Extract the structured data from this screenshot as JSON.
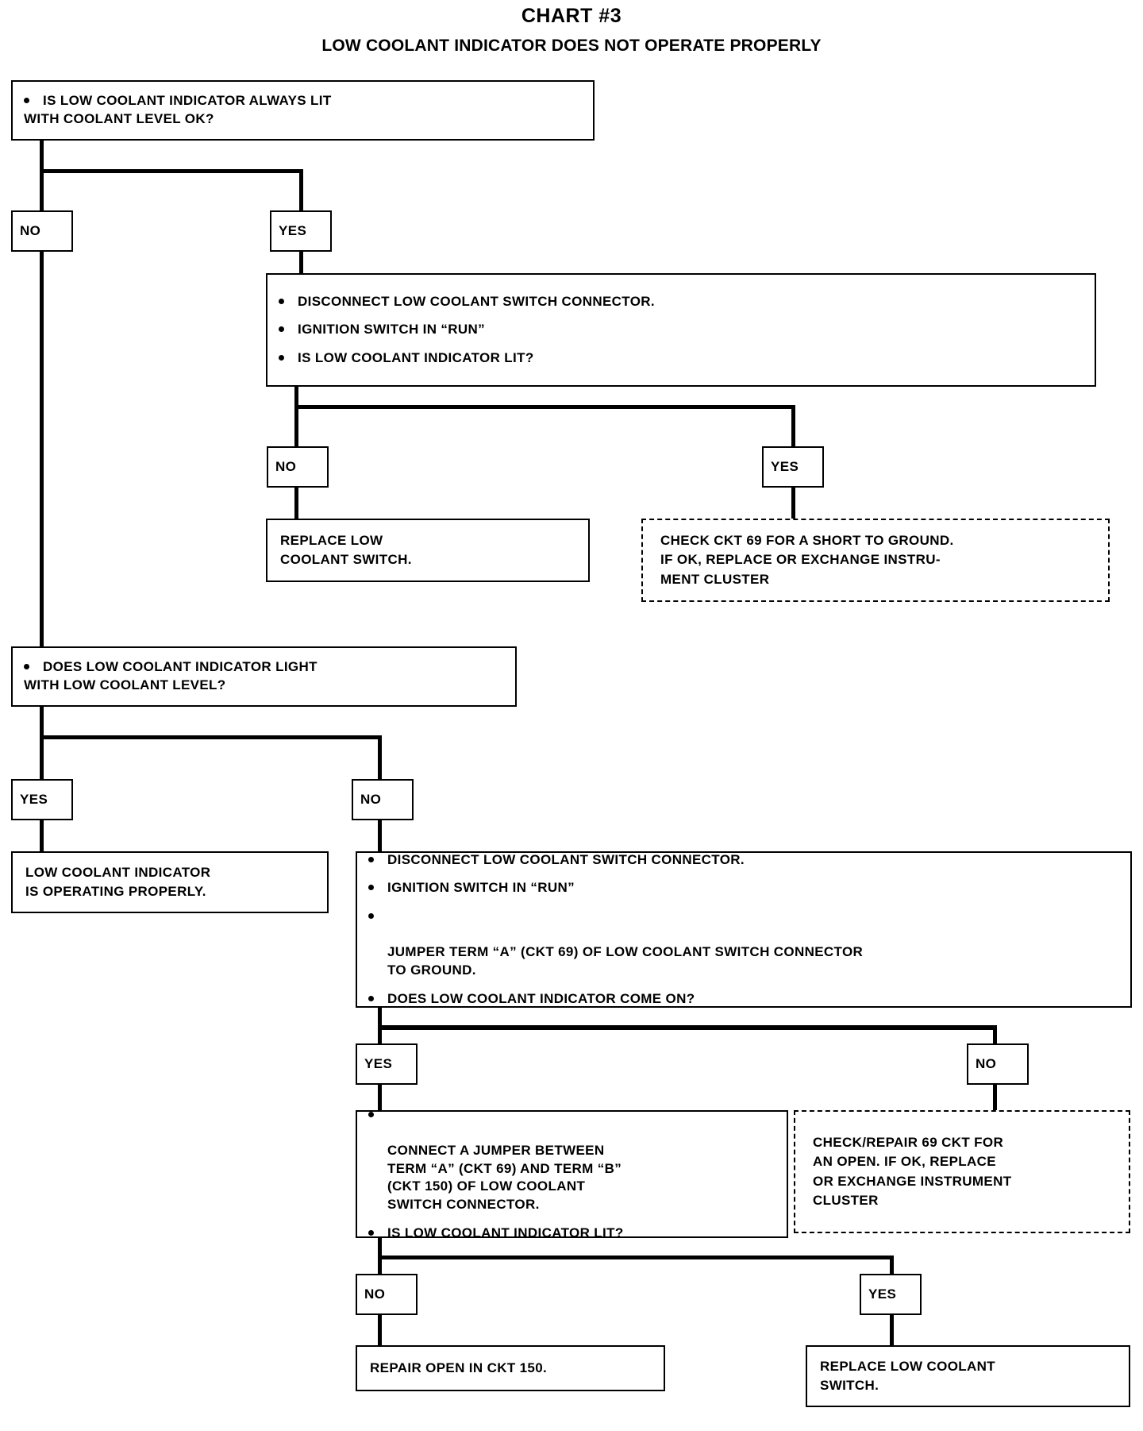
{
  "title": {
    "main": "CHART #3",
    "sub": "LOW COOLANT INDICATOR DOES NOT OPERATE PROPERLY"
  },
  "labels": {
    "yes": "YES",
    "no": "NO"
  },
  "nodes": {
    "q1": {
      "lines": [
        "IS LOW COOLANT INDICATOR ALWAYS LIT",
        "WITH COOLANT LEVEL OK?"
      ]
    },
    "q2": {
      "bullets": [
        "DISCONNECT LOW COOLANT SWITCH CONNECTOR.",
        "IGNITION SWITCH IN “RUN”",
        "IS LOW COOLANT INDICATOR LIT?"
      ]
    },
    "a_replace_switch_1": {
      "lines": [
        "REPLACE LOW",
        "COOLANT SWITCH."
      ]
    },
    "a_check_short": {
      "lines": [
        "CHECK CKT 69 FOR A SHORT TO GROUND.",
        "IF OK, REPLACE OR EXCHANGE INSTRU-",
        "MENT CLUSTER"
      ]
    },
    "q3": {
      "lines": [
        "DOES LOW COOLANT INDICATOR LIGHT",
        "WITH LOW COOLANT LEVEL?"
      ]
    },
    "a_operating_ok": {
      "lines": [
        "LOW COOLANT INDICATOR",
        "IS OPERATING PROPERLY."
      ]
    },
    "q4": {
      "bullets": [
        "DISCONNECT LOW COOLANT SWITCH CONNECTOR.",
        "IGNITION SWITCH IN “RUN”",
        "JUMPER TERM “A” (CKT 69) OF LOW COOLANT SWITCH CONNECTOR\nTO GROUND.",
        "DOES LOW COOLANT INDICATOR COME ON?"
      ]
    },
    "q5": {
      "bullets": [
        "CONNECT A JUMPER BETWEEN\nTERM “A” (CKT 69) AND TERM “B”\n(CKT 150) OF LOW COOLANT\nSWITCH CONNECTOR.",
        "IS LOW COOLANT INDICATOR LIT?"
      ]
    },
    "a_check_open": {
      "lines": [
        "CHECK/REPAIR 69 CKT FOR",
        "AN OPEN. IF OK, REPLACE",
        "OR EXCHANGE INSTRUMENT",
        "CLUSTER"
      ]
    },
    "a_repair_open_150": {
      "lines": [
        "REPAIR OPEN IN CKT 150."
      ]
    },
    "a_replace_switch_2": {
      "lines": [
        "REPLACE LOW COOLANT",
        "SWITCH."
      ]
    }
  },
  "chart_data": {
    "type": "flowchart",
    "title": "CHART #3 — LOW COOLANT INDICATOR DOES NOT OPERATE PROPERLY",
    "edges": [
      {
        "from": "q1",
        "label": "NO",
        "to": "q3"
      },
      {
        "from": "q1",
        "label": "YES",
        "to": "q2"
      },
      {
        "from": "q2",
        "label": "NO",
        "to": "a_replace_switch_1"
      },
      {
        "from": "q2",
        "label": "YES",
        "to": "a_check_short"
      },
      {
        "from": "q3",
        "label": "YES",
        "to": "a_operating_ok"
      },
      {
        "from": "q3",
        "label": "NO",
        "to": "q4"
      },
      {
        "from": "q4",
        "label": "YES",
        "to": "q5"
      },
      {
        "from": "q4",
        "label": "NO",
        "to": "a_check_open"
      },
      {
        "from": "q5",
        "label": "NO",
        "to": "a_repair_open_150"
      },
      {
        "from": "q5",
        "label": "YES",
        "to": "a_replace_switch_2"
      }
    ]
  }
}
